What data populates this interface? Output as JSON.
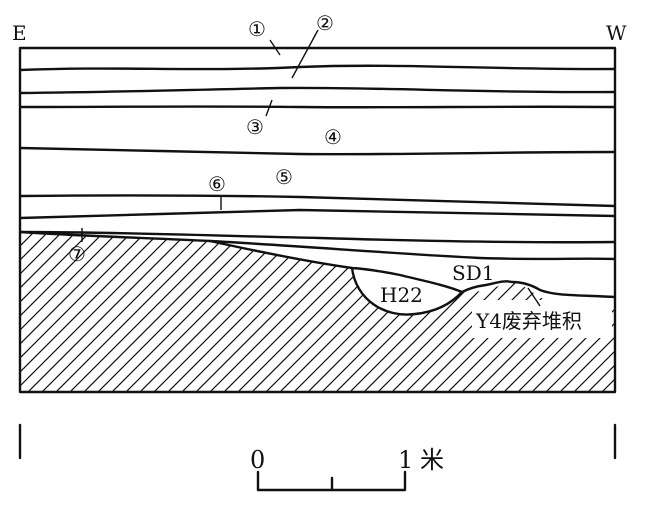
{
  "directions": {
    "east": "E",
    "west": "W"
  },
  "layers": [
    "①",
    "②",
    "③",
    "④",
    "⑤",
    "⑥",
    "⑦"
  ],
  "features": {
    "pit": "H22",
    "ditch": "SD1",
    "kiln_fill": "Y4废弃堆积"
  },
  "scale_bar": {
    "start": "0",
    "end": "1",
    "unit": "米"
  }
}
